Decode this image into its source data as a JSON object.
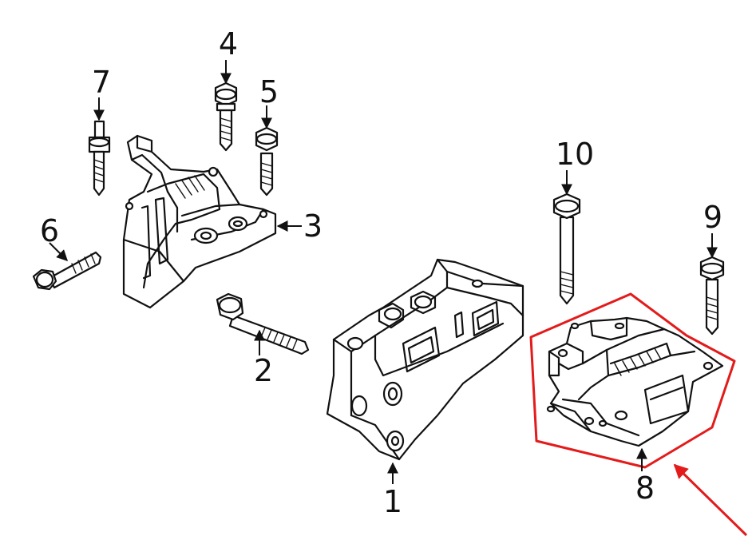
{
  "diagram": {
    "callouts": [
      {
        "id": "1",
        "label": "1"
      },
      {
        "id": "2",
        "label": "2"
      },
      {
        "id": "3",
        "label": "3"
      },
      {
        "id": "4",
        "label": "4"
      },
      {
        "id": "5",
        "label": "5"
      },
      {
        "id": "6",
        "label": "6"
      },
      {
        "id": "7",
        "label": "7"
      },
      {
        "id": "8",
        "label": "8"
      },
      {
        "id": "9",
        "label": "9"
      },
      {
        "id": "10",
        "label": "10"
      }
    ],
    "colors": {
      "line": "#111111",
      "highlight": "#e31b1b",
      "background": "#ffffff"
    },
    "highlighted_part": "8"
  }
}
